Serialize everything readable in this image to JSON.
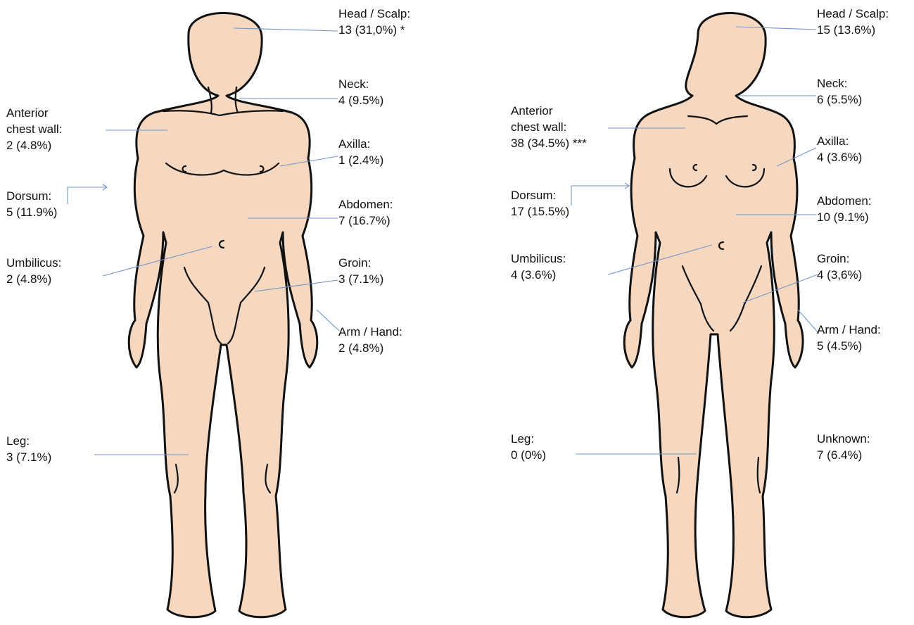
{
  "colors": {
    "skin": "#f6d8c0",
    "outline": "#111111",
    "leader_line": "#7393c8"
  },
  "male": {
    "head": {
      "name": "Head / Scalp:",
      "value": "13 (31,0%) *"
    },
    "neck": {
      "name": "Neck:",
      "value": "4 (9.5%)"
    },
    "chest": {
      "name1": "Anterior",
      "name2": "chest wall:",
      "value": "2 (4.8%)"
    },
    "axilla": {
      "name": "Axilla:",
      "value": "1 (2.4%)"
    },
    "dorsum": {
      "name": "Dorsum:",
      "value": "5 (11.9%)"
    },
    "abdomen": {
      "name": "Abdomen:",
      "value": "7 (16.7%)"
    },
    "umbilicus": {
      "name": "Umbilicus:",
      "value": "2 (4.8%)"
    },
    "groin": {
      "name": "Groin:",
      "value": "3 (7.1%)"
    },
    "arm": {
      "name": "Arm / Hand:",
      "value": "2 (4.8%)"
    },
    "leg": {
      "name": "Leg:",
      "value": "3 (7.1%)"
    }
  },
  "female": {
    "head": {
      "name": "Head / Scalp:",
      "value": "15 (13.6%)"
    },
    "neck": {
      "name": "Neck:",
      "value": "6 (5.5%)"
    },
    "chest": {
      "name1": "Anterior",
      "name2": "chest wall:",
      "value": "38 (34.5%) ***"
    },
    "axilla": {
      "name": "Axilla:",
      "value": "4 (3.6%)"
    },
    "dorsum": {
      "name": "Dorsum:",
      "value": "17 (15.5%)"
    },
    "abdomen": {
      "name": "Abdomen:",
      "value": "10 (9.1%)"
    },
    "umbilicus": {
      "name": "Umbilicus:",
      "value": "4 (3.6%)"
    },
    "groin": {
      "name": "Groin:",
      "value": "4 (3,6%)"
    },
    "arm": {
      "name": "Arm / Hand:",
      "value": "5 (4.5%)"
    },
    "leg": {
      "name": "Leg:",
      "value": "0 (0%)"
    },
    "unknown": {
      "name": "Unknown:",
      "value": "7 (6.4%)"
    }
  }
}
